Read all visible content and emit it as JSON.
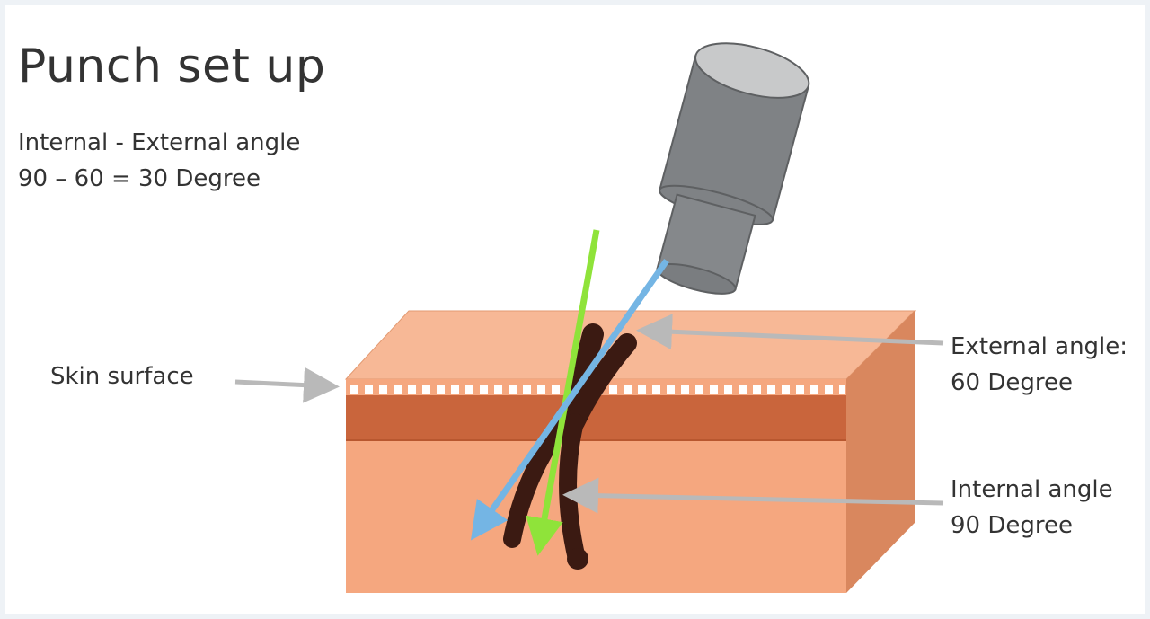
{
  "title": "Punch set up",
  "subtitle": {
    "line1": "Internal - External angle",
    "line2": "90 – 60 = 30 Degree"
  },
  "labels": {
    "skin_surface": "Skin surface",
    "external_angle_line1": "External angle:",
    "external_angle_line2": "60 Degree",
    "internal_angle_line1": "Internal angle",
    "internal_angle_line2": "90 Degree"
  },
  "colors": {
    "skin_top": "#f7b896",
    "skin_front": "#f5a77f",
    "skin_side": "#d9875e",
    "dermis_band": "#c9653c",
    "punch_body": "#7f8285",
    "punch_top": "#c8c9ca",
    "hair": "#3b1a12",
    "green_axis": "#8fe33a",
    "blue_axis": "#74b5e4",
    "pointer": "#b9b9b9"
  },
  "icons": {
    "punch": "cylinder-punch-icon",
    "hair": "hair-follicle-icon"
  }
}
